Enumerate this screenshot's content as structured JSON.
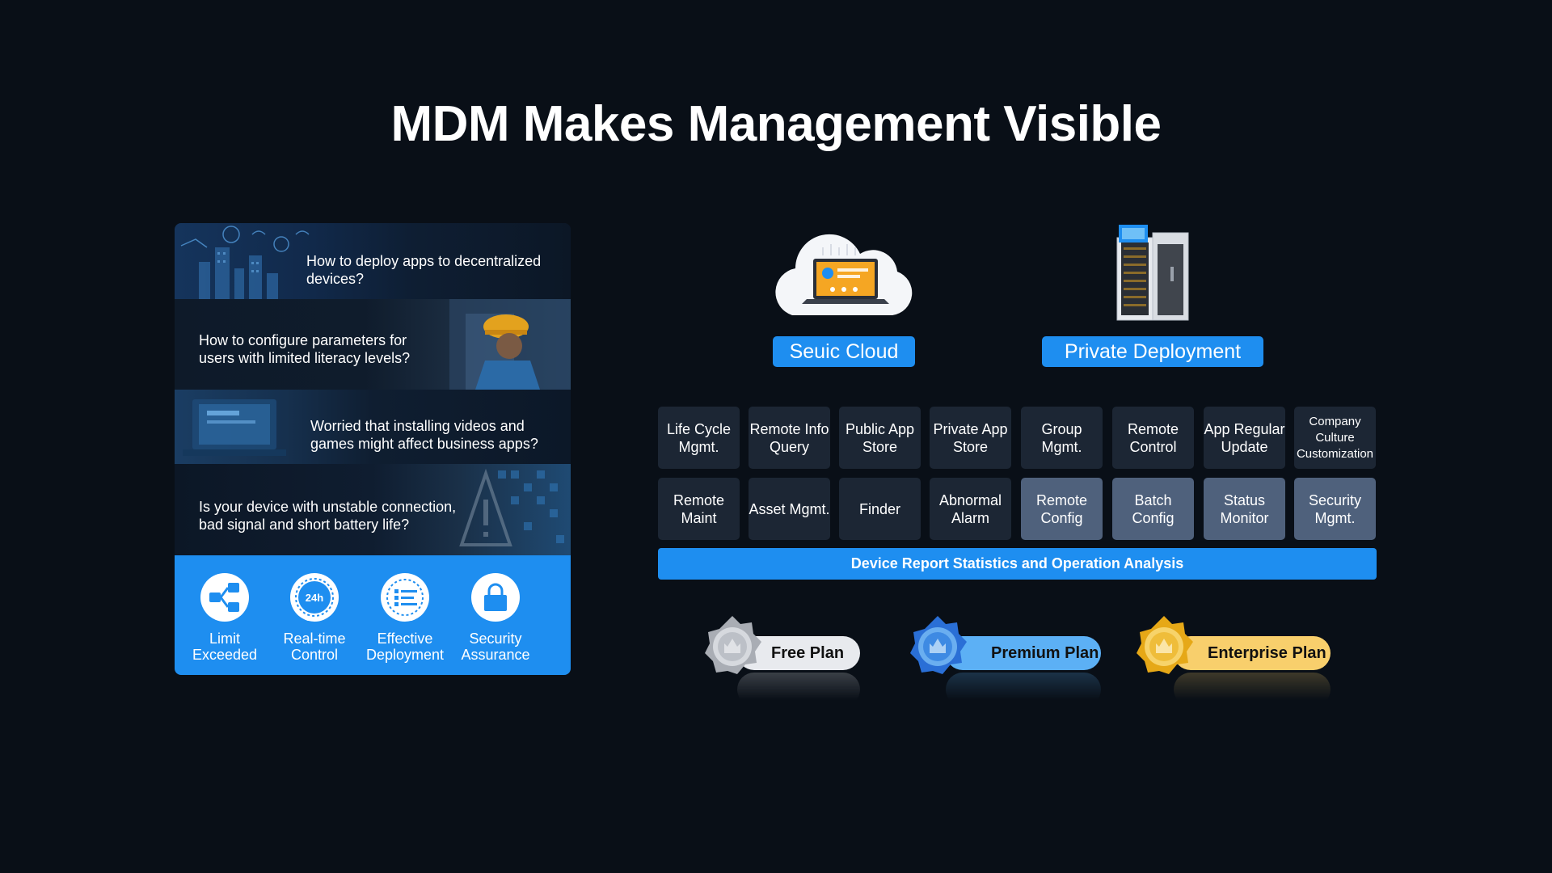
{
  "page": {
    "title": "MDM Makes Management Visible"
  },
  "left_panel": {
    "questions": [
      "How to deploy apps to decentralized devices?",
      "How to configure parameters for users with limited literacy levels?",
      "Worried that installing videos and games might affect business apps?",
      "Is your device with unstable connection, bad signal and short battery life?"
    ],
    "features": [
      {
        "label": "Limit Exceeded",
        "icon": "share-network-icon"
      },
      {
        "label": "Real-time Control",
        "icon": "24h-clock-icon",
        "icon_text": "24h"
      },
      {
        "label": "Effective Deployment",
        "icon": "checklist-icon"
      },
      {
        "label": "Security Assurance",
        "icon": "lock-icon"
      }
    ],
    "accent_color": "#1e8ef0"
  },
  "deployments": {
    "cloud_label": "Seuic Cloud",
    "private_label": "Private Deployment"
  },
  "features_grid": {
    "row1": [
      "Life Cycle Mgmt.",
      "Remote Info Query",
      "Public App Store",
      "Private App Store",
      "Group Mgmt.",
      "Remote Control",
      "App Regular Update",
      "Company Culture Customization"
    ],
    "row2": [
      "Remote Maint",
      "Asset Mgmt.",
      "Finder",
      "Abnormal Alarm",
      "Remote Config",
      "Batch Config",
      "Status Monitor",
      "Security Mgmt."
    ],
    "report_bar": "Device Report Statistics and Operation Analysis"
  },
  "plans": [
    {
      "label": "Free Plan",
      "tier": "silver"
    },
    {
      "label": "Premium Plan",
      "tier": "blue"
    },
    {
      "label": "Enterprise Plan",
      "tier": "gold"
    }
  ]
}
